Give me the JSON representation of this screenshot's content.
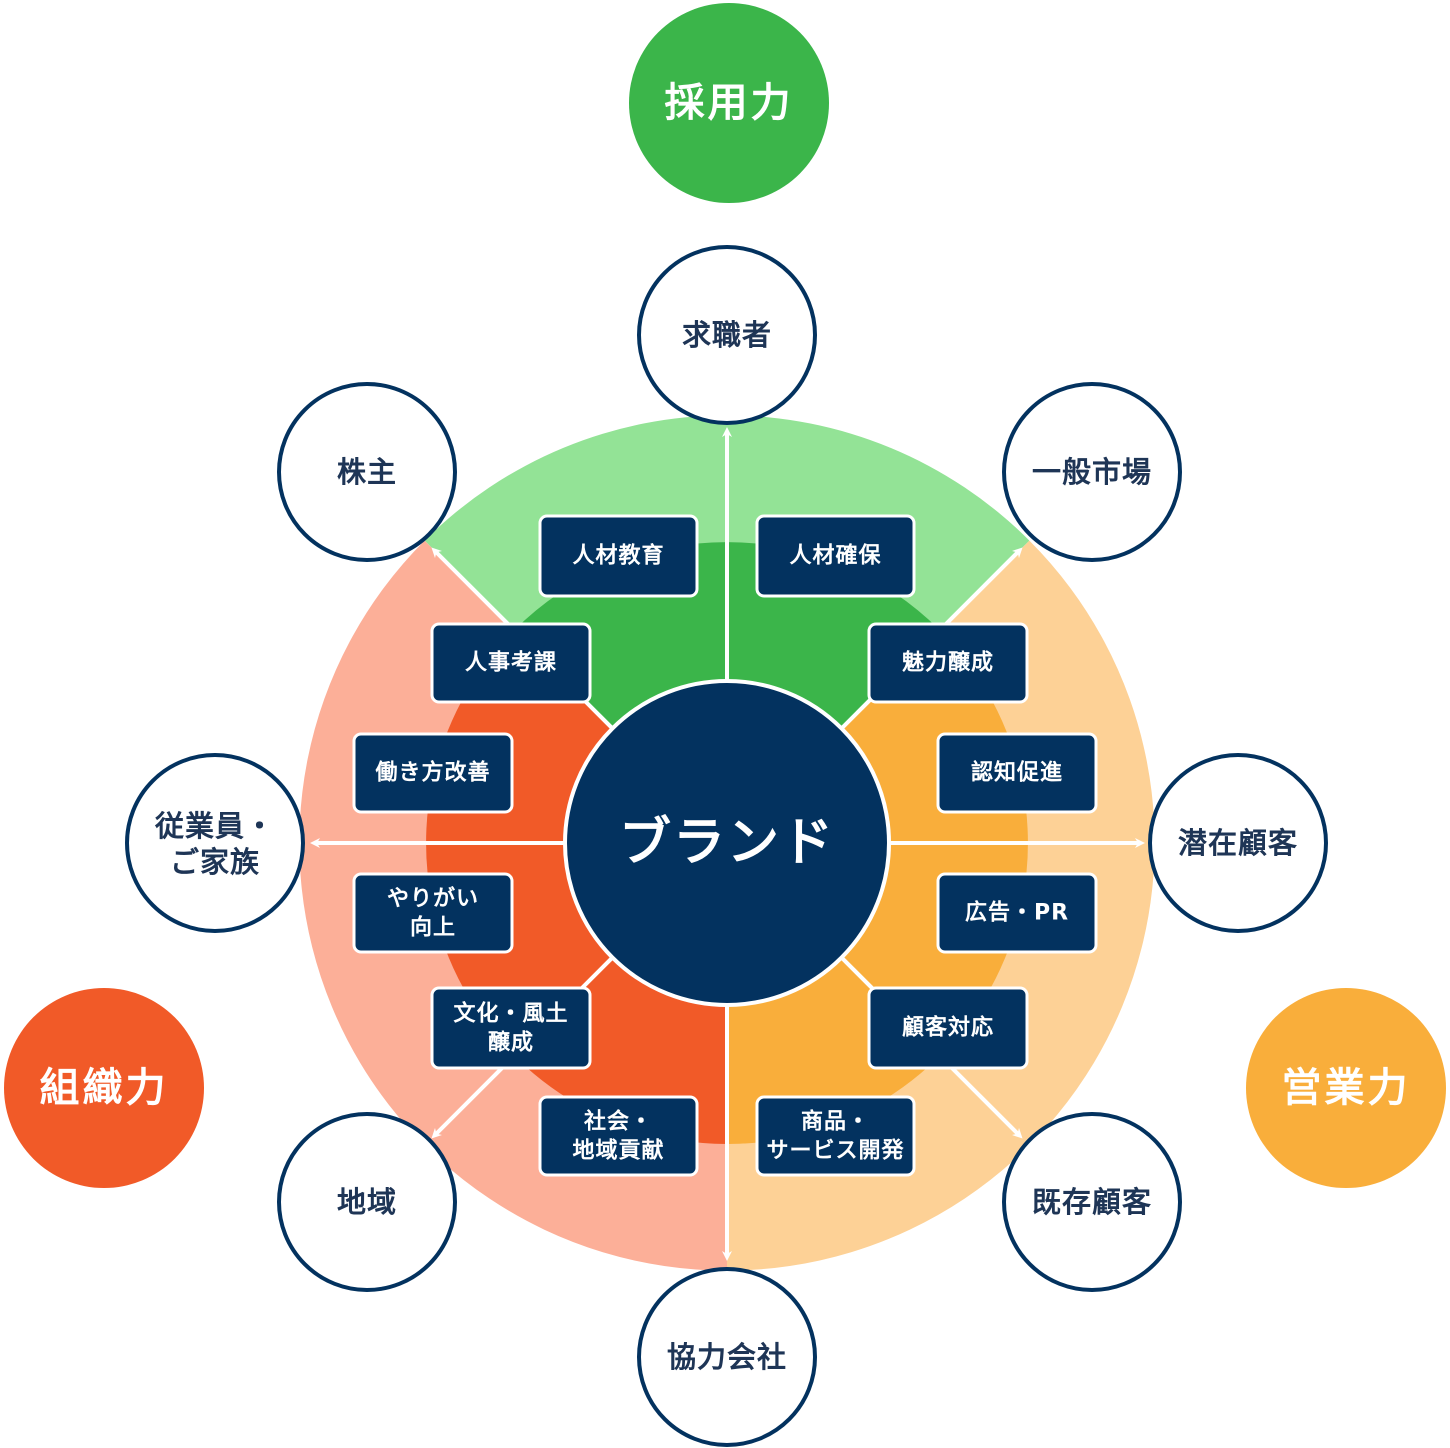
{
  "colors": {
    "navy": "#03325f",
    "recruit_light": "#93e396",
    "recruit_dark": "#3bb54a",
    "org_light": "#fcaf98",
    "org_dark": "#f15a28",
    "sales_light": "#fdd196",
    "sales_dark": "#f9ae3b",
    "arrow": "#ffffff"
  },
  "center": {
    "label": "ブランド"
  },
  "categories": {
    "recruit": "採用力",
    "organization": "組織力",
    "sales": "営業力"
  },
  "stakeholders": {
    "job_seekers": "求職者",
    "general_market": "一般市場",
    "potential_customers": "潜在顧客",
    "existing_customers": "既存顧客",
    "partners": "協力会社",
    "community": "地域",
    "employees": [
      "従業員・",
      "ご家族"
    ],
    "shareholders": "株主"
  },
  "initiatives": {
    "talent_education": "人材教育",
    "talent_acquisition": "人材確保",
    "hr_evaluation": "人事考課",
    "attractiveness": "魅力醸成",
    "work_style": "働き方改善",
    "awareness": "認知促進",
    "motivation": [
      "やりがい",
      "向上"
    ],
    "advertising": "広告・PR",
    "culture": [
      "文化・風土",
      "醸成"
    ],
    "customer_service": "顧客対応",
    "social_contribution": [
      "社会・",
      "地域貢献"
    ],
    "product_development": [
      "商品・",
      "サービス開発"
    ]
  }
}
